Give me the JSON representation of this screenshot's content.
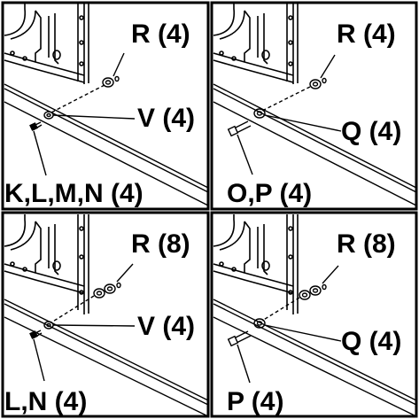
{
  "panels": [
    {
      "callouts": [
        {
          "text": "R (4)"
        },
        {
          "text": "V (4)"
        },
        {
          "text": "K,L,M,N (4)"
        }
      ]
    },
    {
      "callouts": [
        {
          "text": "R (4)"
        },
        {
          "text": "Q (4)"
        },
        {
          "text": "O,P (4)"
        }
      ]
    },
    {
      "callouts": [
        {
          "text": "R (8)"
        },
        {
          "text": "V (4)"
        },
        {
          "text": "L,N (4)"
        }
      ]
    },
    {
      "callouts": [
        {
          "text": "R (8)"
        },
        {
          "text": "Q (4)"
        },
        {
          "text": "P (4)"
        }
      ]
    }
  ]
}
